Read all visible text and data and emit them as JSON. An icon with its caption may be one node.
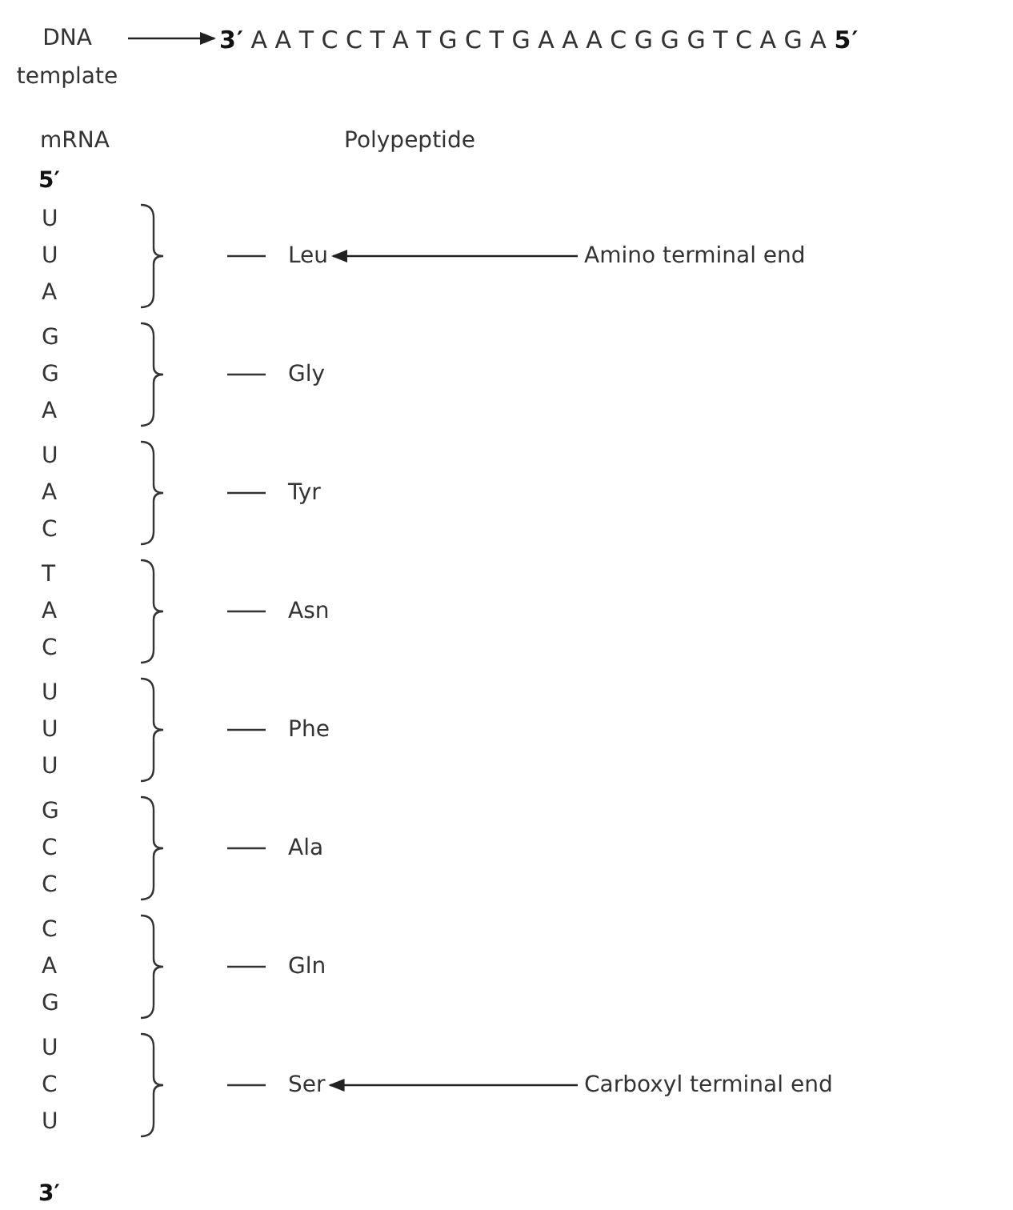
{
  "diagram": {
    "nodes": [
      {
        "text": [
          "DNA template"
        ]
      },
      {
        "text": [
          "**3′** A A T C C T A T G C T G A A A C G G G T C A G A **5′**"
        ]
      },
      {
        "text": [
          "Leu"
        ]
      },
      {
        "text": [
          "Amino terminal end"
        ]
      },
      {
        "text": [
          "Ser"
        ]
      },
      {
        "text": [
          "Carboxyl terminal end"
        ]
      }
    ],
    "edges": [
      {
        "from": 0,
        "to": 1,
        "arrow": "to"
      },
      {
        "from": 3,
        "to": 2,
        "arrow": "to"
      },
      {
        "from": 5,
        "to": 4,
        "arrow": "to"
      }
    ],
    "labels": [
      "mRNA",
      "Polypeptide",
      "5′",
      "U",
      "U",
      "A",
      "G",
      "G",
      "A",
      "U",
      "A",
      "C",
      "T",
      "A",
      "C",
      "U",
      "U",
      "U",
      "G",
      "C",
      "C",
      "C",
      "A",
      "G",
      "U",
      "C",
      "U",
      "Gly",
      "Tyr",
      "Asn",
      "Phe",
      "Ala",
      "Gln",
      "3′"
    ]
  }
}
